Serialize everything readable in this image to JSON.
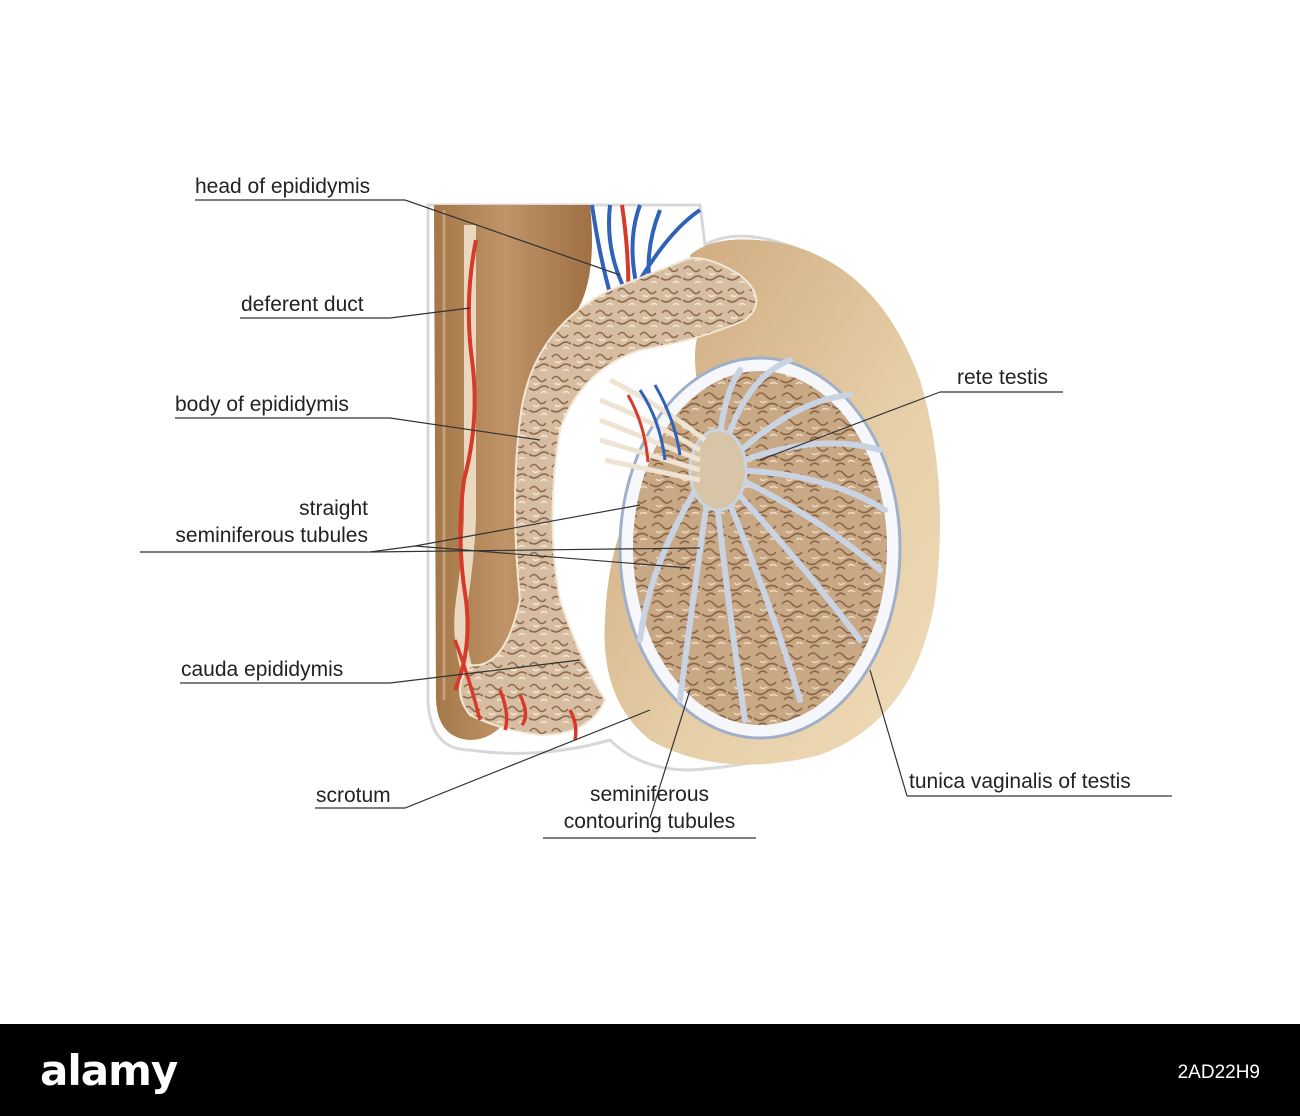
{
  "labels": {
    "head_of_epididymis": "head of epididymis",
    "deferent_duct": "deferent duct",
    "body_of_epididymis": "body of epididymis",
    "straight_tubules_line1": "straight",
    "straight_tubules_line2": "seminiferous tubules",
    "cauda_epididymis": "cauda epididymis",
    "scrotum": "scrotum",
    "contouring_tubules_line1": "seminiferous",
    "contouring_tubules_line2": "contouring tubules",
    "rete_testis": "rete testis",
    "tunica_vaginalis": "tunica vaginalis of testis"
  },
  "footer": {
    "brand": "alamy",
    "stock_id": "2AD22H9"
  },
  "colors": {
    "tissue": "#c8a887",
    "scrotum_wall": "#b98e62",
    "tunica": "#e6cfa8",
    "septa": "#c9d3e2",
    "artery": "#d83a2a",
    "vein": "#2f62b8",
    "leader_line": "#333333"
  }
}
